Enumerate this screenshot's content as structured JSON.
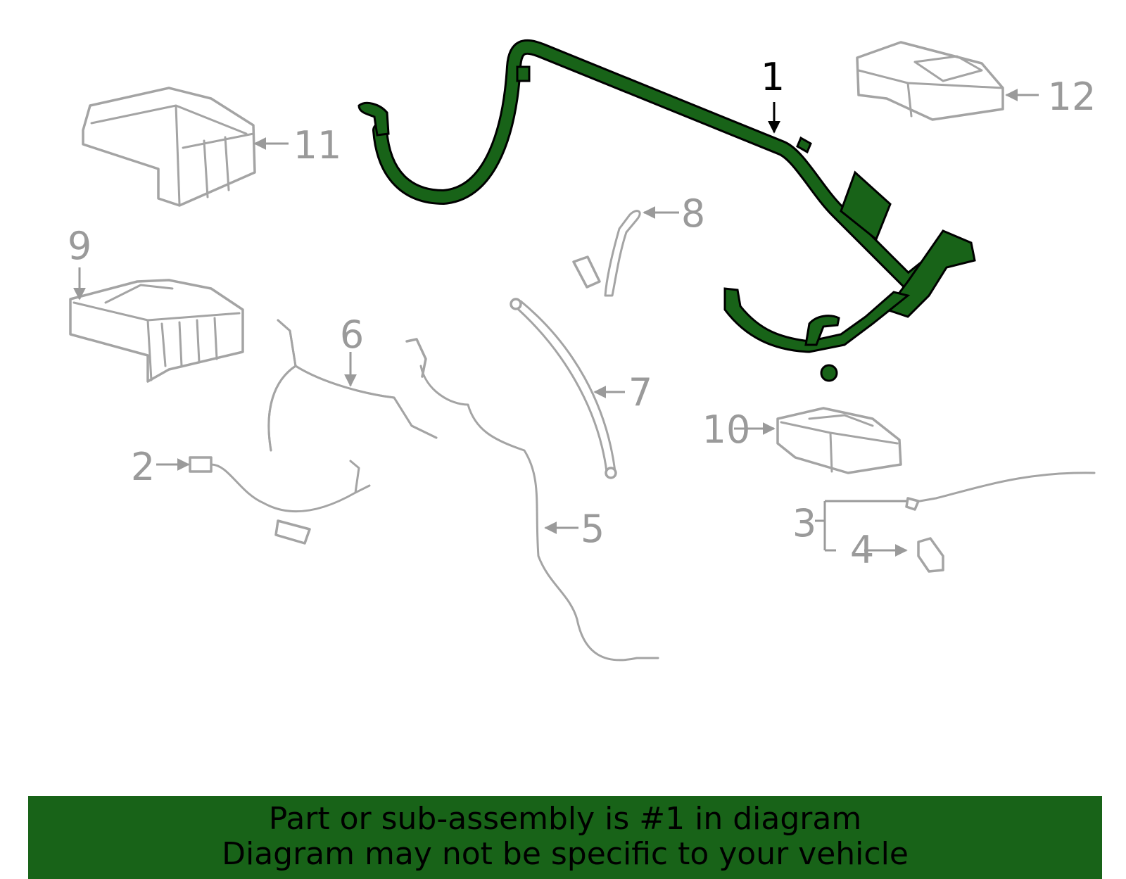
{
  "highlight_color": "#186318",
  "part_stroke_color": "#a4a4a4",
  "highlight_part": "1",
  "callouts": {
    "c1": "1",
    "c2": "2",
    "c3": "3",
    "c4": "4",
    "c5": "5",
    "c6": "6",
    "c7": "7",
    "c8": "8",
    "c9": "9",
    "c10": "10",
    "c11": "11",
    "c12": "12"
  },
  "banner": {
    "line1": "Part or sub-assembly is #1 in diagram",
    "line2": "Diagram may not be specific to your vehicle"
  }
}
